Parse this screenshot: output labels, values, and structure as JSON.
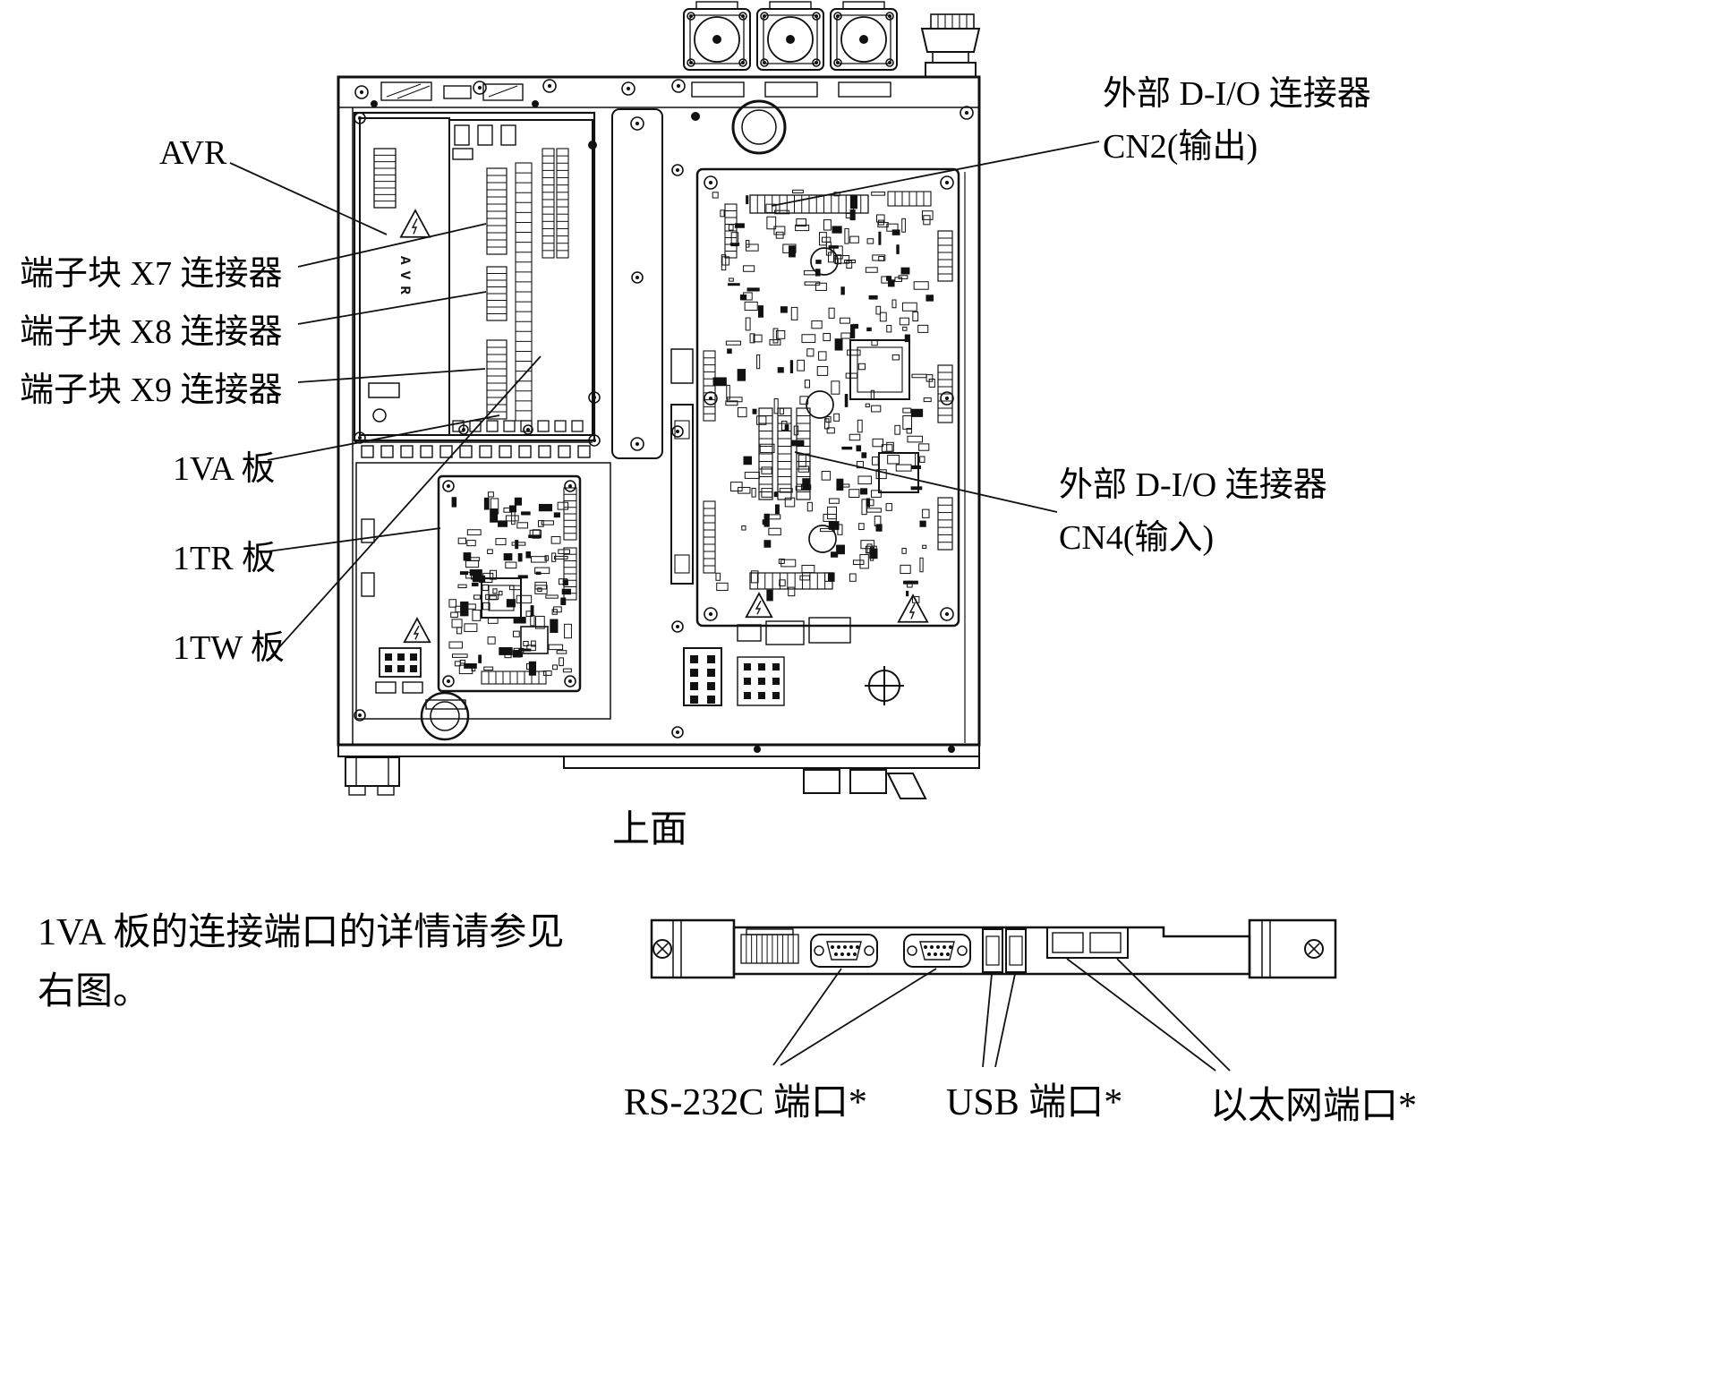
{
  "figure": {
    "top_view_caption": "上面",
    "note_line1": "1VA 板的连接端口的详情请参见",
    "note_line2": "右图。"
  },
  "labels": {
    "avr": "AVR",
    "avr_unit_text": "AVR",
    "terminal_x7": "端子块 X7 连接器",
    "terminal_x8": "端子块 X8 连接器",
    "terminal_x9": "端子块 X9 连接器",
    "board_1va": "1VA 板",
    "board_1tr": "1TR 板",
    "board_1tw": "1TW 板",
    "dio_cn2_line1": "外部 D-I/O 连接器",
    "dio_cn2_line2": "CN2(输出)",
    "dio_cn4_line1": "外部 D-I/O 连接器",
    "dio_cn4_line2": "CN4(输入)",
    "port_rs232c": "RS-232C 端口*",
    "port_usb": "USB 端口*",
    "port_ethernet": "以太网端口*"
  },
  "colors": {
    "line": "#111111",
    "background": "#ffffff"
  }
}
